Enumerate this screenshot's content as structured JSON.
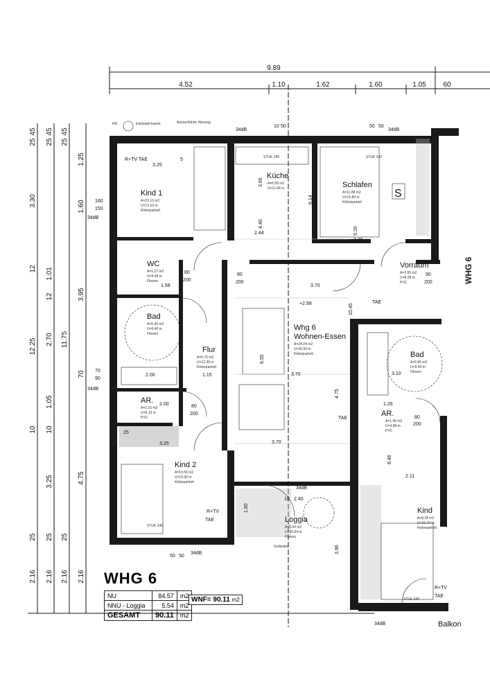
{
  "dims_top": {
    "total": "9.89",
    "segments": [
      "4.52",
      "1.10",
      "1.62",
      "1.60",
      "1.05",
      "60"
    ]
  },
  "dims_left": {
    "outer": [
      "45",
      "25",
      "3.30",
      "12",
      "12.25",
      "10",
      "25",
      "2.16",
      "2.16"
    ],
    "middle": [
      "45",
      "25",
      "1.01",
      "12",
      "2.70",
      "1.05",
      "10",
      "3.25",
      "25",
      "2.16"
    ],
    "inner": [
      "45",
      "25",
      "1.25",
      "1.60",
      "3.95",
      "11.75",
      "70",
      "4.75",
      "25",
      "2.16"
    ]
  },
  "rooms": [
    {
      "name": "Kind 1",
      "area": "A=10.13 m2",
      "perimeter": "U=13.10 m",
      "floor": "Klebeparkett",
      "ceiling": "3.25"
    },
    {
      "name": "Küche",
      "area": "A=6.50 m2",
      "perimeter": "U=11.68 m",
      "floor": "",
      "ceiling": "2.44"
    },
    {
      "name": "Schlafen",
      "area": "A=11.88 m2",
      "perimeter": "U=13.80 m",
      "floor": "Klebeparkett",
      "ceiling": "2.45"
    },
    {
      "name": "WC",
      "area": "A=1.27 m2",
      "perimeter": "U=4.68 m",
      "floor": "Fliesen",
      "ceiling": "1.58"
    },
    {
      "name": "Vorraum",
      "area": "A=3.95 m2",
      "perimeter": "U=8.28 m",
      "floor": "PVC",
      "ceiling": "3.70"
    },
    {
      "name": "Bad",
      "area": "A=5.40 m2",
      "perimeter": "U=9.40 m",
      "floor": "Fliesen",
      "ceiling": "2.00"
    },
    {
      "name": "Flur",
      "area": "A=5.75 m2",
      "perimeter": "U=12.38 m",
      "floor": "Klebeparkett",
      "ceiling": "1.15"
    },
    {
      "name": "Whg 6",
      "area": "A=24.24 m2",
      "perimeter": "U=20.50 m",
      "floor": "Klebeparkett",
      "ceiling": "3.70"
    },
    {
      "name": "AR.",
      "area": "A=2.10 m2",
      "perimeter": "U=6.10 m",
      "floor": "PVC",
      "ceiling": "2.00"
    },
    {
      "name": "Kind 2",
      "area": "A=10.56 m2",
      "perimeter": "U=13.00 m",
      "floor": "Klebeparkett",
      "ceiling": "3.25"
    },
    {
      "name": "Loggia",
      "area": "A=5.54 m2",
      "perimeter": "U=10.04 m",
      "floor": "Fliesen",
      "ceiling": "2.40"
    },
    {
      "name": "Bad",
      "area": "A=5.96 m2",
      "perimeter": "U=9.44 m",
      "floor": "Fliesen",
      "ceiling": "3.10"
    },
    {
      "name": "AR.",
      "area": "A=1.49 m2",
      "perimeter": "U=4.88 m",
      "floor": "PVC",
      "ceiling": "1.26"
    },
    {
      "name": "Kind",
      "area": "A=9.38 m2",
      "perimeter": "U=15.44 m",
      "floor": "Klebeparkett",
      "ceiling": "2.11"
    }
  ],
  "labels": {
    "wohnen_essen": "Wohnen-Essen",
    "rr_label": "RR",
    "edelstahl": "Edelstahl-kamin",
    "aussenfuehler": "Aussenfühler Heizung",
    "rtv_tae": "R+TV TAE",
    "rtv": "R+TV",
    "tae": "TAE",
    "s_symbol": "S",
    "whg6_side": "WHG 6",
    "gelaender": "Geländer",
    "balkon": "Balkon",
    "db34": "34dB",
    "height_spot": "+2.98",
    "stuk240": "STUK 240",
    "val_160": "160",
    "val_150": "150",
    "val_80": "80",
    "val_200": "200",
    "val_90": "90",
    "val_70": "70",
    "val_50": "50",
    "val_10": "10",
    "val_25": "25",
    "val_5": "5",
    "val_365": "3.65",
    "val_440": "4.40",
    "val_614": "6.14",
    "val_520": "5.20",
    "val_655": "6.55",
    "val_846": "8.46",
    "val_396": "3.96",
    "val_475": "4.75",
    "val_180": "1.80",
    "val_1045": "10.45"
  },
  "summary": {
    "title": "WHG 6",
    "rows": [
      {
        "label": "NU",
        "value": "84.57",
        "unit": "m2"
      },
      {
        "label": "NNU - Loggia",
        "value": "5.54",
        "unit": "m2"
      }
    ],
    "total_label": "GESAMT",
    "total_value": "90.11",
    "total_unit": "m2",
    "wnf_label": "WNF=",
    "wnf_value": "90.11",
    "wnf_unit": "m2"
  }
}
